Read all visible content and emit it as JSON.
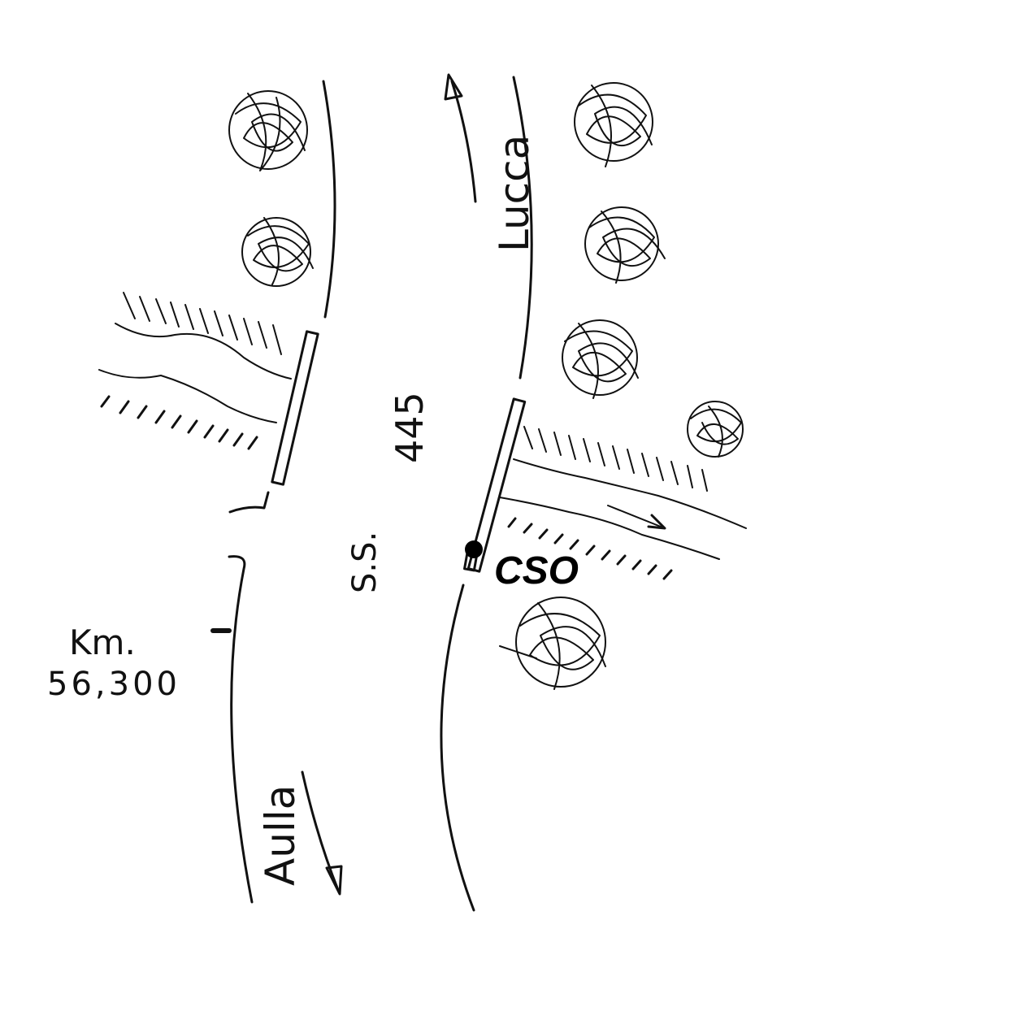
{
  "labels": {
    "direction_north": "Lucca",
    "direction_south": "Aulla",
    "road_prefix": "S.S.",
    "road_number": "445",
    "km_label": "Km.",
    "km_value": "56,300",
    "station": "CSO"
  },
  "colors": {
    "ink": "#111111",
    "paper": "#ffffff"
  }
}
